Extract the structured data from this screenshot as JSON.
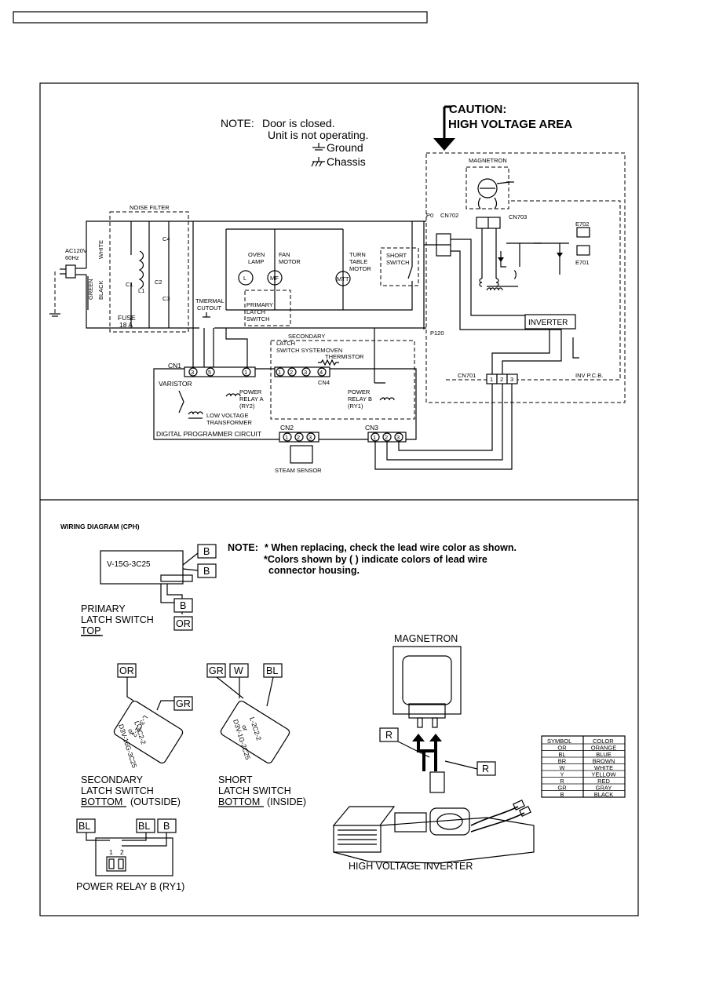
{
  "note": {
    "label": "NOTE:",
    "line1": "Door is closed.",
    "line2": "Unit is not operating.",
    "ground": "Ground",
    "chassis": "Chassis"
  },
  "caution": {
    "line1": "CAUTION:",
    "line2": "HIGH VOLTAGE AREA"
  },
  "schematic": {
    "magnetron": "MAGNETRON",
    "noise_filter": "NOISE FILTER",
    "ac_in_1": "AC120V",
    "ac_in_2": "60Hz",
    "white": "WHITE",
    "green": "GREEN",
    "black": "BLACK",
    "c1": "C1",
    "c2": "C2",
    "c3": "C3",
    "c4": "C4",
    "l1": "L1",
    "fuse_1": "FUSE",
    "fuse_2": "18 A",
    "thermal_1": "TMERMAL",
    "thermal_2": "CUTOUT",
    "oven_lamp_1": "OVEN",
    "oven_lamp_2": "LAMP",
    "fan_motor_1": "FAN",
    "fan_motor_2": "MOTOR",
    "turntable_1": "TURN",
    "turntable_2": "TABLE",
    "turntable_3": "MOTOR",
    "short_sw_1": "SHORT",
    "short_sw_2": "SWITCH",
    "primary_1": "PRIMARY",
    "primary_2": "LATCH",
    "primary_3": "SWITCH",
    "lamp_symbol": "L",
    "fan_symbol": "MF",
    "tt_symbol": "MTT",
    "p0": "P0",
    "p120": "P120",
    "cn702": "CN702",
    "cn703": "CN703",
    "cn701": "CN701",
    "e702": "E702",
    "e701": "E701",
    "inverter": "INVERTER",
    "inv_pcb": "INV P.C.B.",
    "secondary_1": "SECONDARY",
    "secondary_2": "LATCH",
    "switch_system": "SWITCH SYSTEM",
    "oven_thermistor_1": "OVEN",
    "oven_thermistor_2": "THERMISTOR",
    "cn1": "CN1",
    "cn4": "CN4",
    "cn2": "CN2",
    "cn3": "CN3",
    "varistor": "VARISTOR",
    "relay_a_1": "POWER",
    "relay_a_2": "RELAY A",
    "relay_a_3": "(RY2)",
    "relay_b_1": "POWER",
    "relay_b_2": "RELAY B",
    "relay_b_3": "(RY1)",
    "lvt_1": "LOW VOLTAGE",
    "lvt_2": "TRANSFORMER",
    "dpc": "DIGITAL PROGRAMMER CIRCUIT",
    "steam_sensor": "STEAM SENSOR",
    "pin1": "1",
    "pin2": "2",
    "pin3": "3",
    "pin4": "4",
    "pin5": "5"
  },
  "wiring": {
    "title": "WIRING DIAGRAM (CPH)",
    "note_label": "NOTE:",
    "note_1": "* When replacing, check the lead wire color as shown.",
    "note_2": "*Colors shown by ( ) indicate colors of lead wire",
    "note_3": "connector housing.",
    "primary_part": "V-15G-3C25",
    "primary_cap_1": "PRIMARY",
    "primary_cap_2": "LATCH SWITCH",
    "primary_cap_3": "TOP",
    "secondary_part_1": "L-3C2-2",
    "secondary_part_2": "or",
    "secondary_part_3": "D3V-16G-3C25",
    "secondary_cap_1": "SECONDARY",
    "secondary_cap_2": "LATCH SWITCH",
    "secondary_cap_3": "BOTTOM",
    "secondary_cap_4": "(OUTSIDE)",
    "short_part_1": "L-2C2-2",
    "short_part_2": "or",
    "short_part_3": "D3V-1G-2C25",
    "short_cap_1": "SHORT",
    "short_cap_2": "LATCH SWITCH",
    "short_cap_3": "BOTTOM",
    "short_cap_4": "(INSIDE)",
    "relay_cap": "POWER RELAY B (RY1)",
    "magnetron": "MAGNETRON",
    "hv_inverter": "HIGH VOLTAGE INVERTER",
    "tag_b": "B",
    "tag_or": "OR",
    "tag_gr": "GR",
    "tag_w": "W",
    "tag_bl": "BL",
    "tag_r": "R",
    "relay_pin1": "1",
    "relay_pin2": "2"
  },
  "color_table": {
    "headers": [
      "SYMBOL",
      "COLOR"
    ],
    "rows": [
      [
        "OR",
        "ORANGE"
      ],
      [
        "BL",
        "BLUE"
      ],
      [
        "BR",
        "BROWN"
      ],
      [
        "W",
        "WHITE"
      ],
      [
        "Y",
        "YELLOW"
      ],
      [
        "R",
        "RED"
      ],
      [
        "GR",
        "GRAY"
      ],
      [
        "B",
        "BLACK"
      ]
    ]
  }
}
